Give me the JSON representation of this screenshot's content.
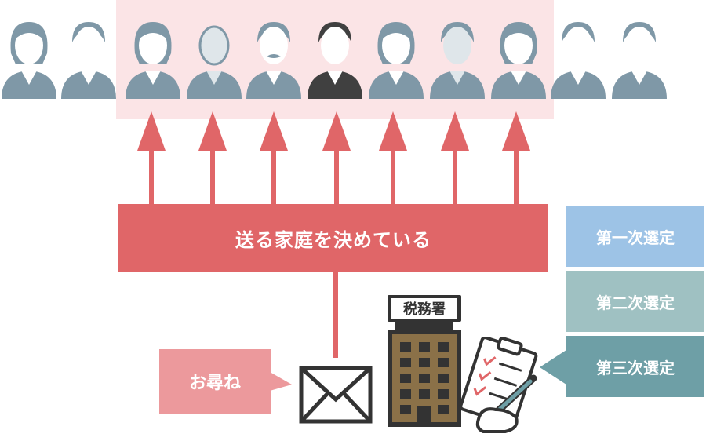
{
  "decision_label": "送る家庭を決めている",
  "inquiry_label": "お尋ね",
  "tax_office_label": "税務署",
  "stages": [
    "第一次選定",
    "第二次選定",
    "第三次選定"
  ],
  "people": [
    {
      "type": "woman",
      "highlighted": false
    },
    {
      "type": "man",
      "highlighted": false
    },
    {
      "type": "woman",
      "highlighted": true
    },
    {
      "type": "bald",
      "highlighted": true
    },
    {
      "type": "mustache",
      "highlighted": true
    },
    {
      "type": "elder",
      "highlighted": true,
      "selected": true
    },
    {
      "type": "woman",
      "highlighted": true
    },
    {
      "type": "man-sweater",
      "highlighted": true
    },
    {
      "type": "woman",
      "highlighted": true
    },
    {
      "type": "man",
      "highlighted": false
    },
    {
      "type": "man-suit",
      "highlighted": false
    }
  ],
  "colors": {
    "highlight_bg": "#fbe4e6",
    "arrow": "#e06668",
    "decision_bar": "#e06668",
    "inquiry_bubble": "#ec999c",
    "stage1": "#9dc3e6",
    "stage2": "#9fc1c2",
    "stage3": "#6e9fa6",
    "person": "#7f98a7",
    "selected_person": "#404040",
    "building": "#8b7148"
  },
  "icons": [
    "person-icon",
    "envelope-icon",
    "tax-office-building-icon",
    "clipboard-checklist-icon",
    "hand-pen-icon"
  ]
}
